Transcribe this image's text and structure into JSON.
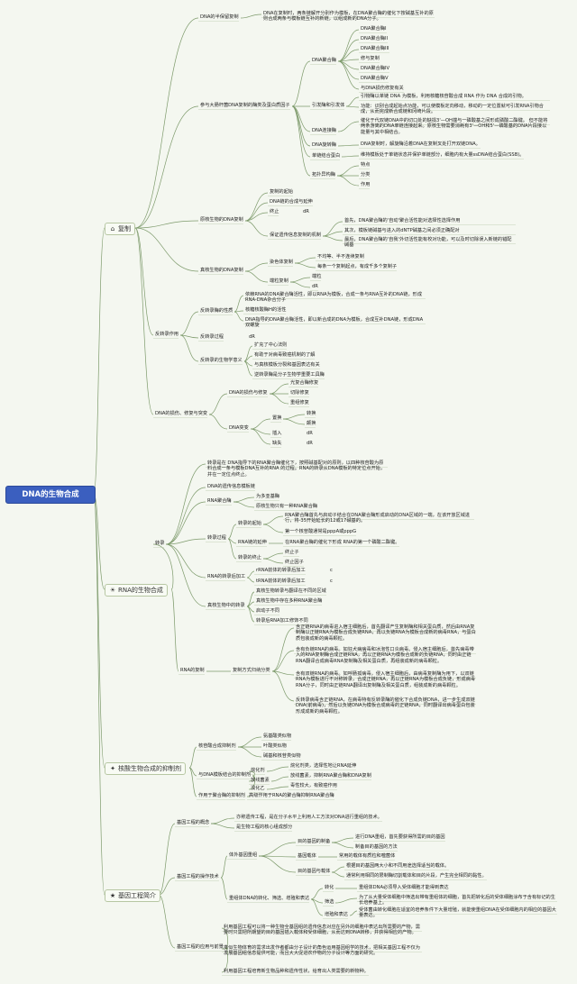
{
  "root": "DNA的生物合成",
  "nodes": {
    "fuzhi": "复制",
    "zhuanlu": "RNA的生物合成",
    "yizhi": "核酸生物合成的抑制剂",
    "jiyin": "基因工程简介",
    "n01": "DNA的半保留复制",
    "n02": "DNA在复制时，两条链解开分别作为模板，在DNA聚合酶的催化下按碱基互补的原则合成两条与模板链互补的新链，以组成新的DNA分子。",
    "n03": "参与大肠杆菌DNA复制的酶类及蛋白质因子",
    "n04": "DNA聚合酶",
    "n05": "DNA聚合酶I",
    "n06": "DNA聚合酶II",
    "n07": "DNA聚合酶III",
    "n08": "修与复制",
    "n09": "DNA聚合酶IV",
    "n10": "DNA聚合酶V",
    "n11": "与DNA损伤修复有关",
    "n12": "引发酶和引发体",
    "n13": "引物酶以单链 DNA 为模板，利用核糖核苷酸合成 RNA 作为 DNA 合成的引物。",
    "n14": "功能：识别合成起始点功能，可以使模板定向移动，移动的一定位置就可引发RNA引物合成，从而完成新合成链和冈崎片段。",
    "n15": "DNA连接酶",
    "n16": "催化于代双链DNA中的切口处的缺损3'—OH端与一磷酸基之间形成磷酸二酯键。\n但不能将两条游离的DNA单链连接起来。原核生物需要消耗有3'—OH和5'—磷酸基的DNA片段接以能量与其中相结合。",
    "n17": "DNA旋转酶",
    "n18": "DNA复制时，解旋酶沿着DNA在复制叉处打开双链DNA。",
    "n19": "单链结合蛋白",
    "n20": "维持模板处于单链状态并保护单链部分，细胞内有大量ssDNA结合蛋白(SSB)。",
    "n21": "拓扑异构酶",
    "n22": "特点",
    "n23": "分类",
    "n24": "作用",
    "n25": "原核生物的DNA复制",
    "n26": "复制的起始",
    "n27": "DNA链的合成与延伸",
    "n28": "终止",
    "n29": "dR",
    "n30": "保证遗传信息复制的机制",
    "n31": "首先，DNA聚合酶的'自动'聚合活性能对选择性选择作用",
    "n32": "其次，模板链碱基与进入的dNTP碱基之间必须正确配对",
    "n33": "最后，DNA聚合酶的'自我'外切活性能有校对功能，可以及时切除误入新链的错配碱基",
    "n34": "真核生物的DNA复制",
    "n35": "染色体复制",
    "n36": "不均等、半不连续复制",
    "n37": "每条一个复制起点，有成千多个复制子",
    "n38": "端粒复制",
    "n39": "端粒",
    "n40": "dR",
    "n41": "反转录作用",
    "n42": "反转录酶的性质",
    "n43": "依赖RNA的DNA聚合酶活性，即以RNA为模板，合成一条与RNA互补的DNA链，形成RNA-DNA杂合分子",
    "n44": "核糖核酸酶H的活性",
    "n45": "DNA指导的DNA聚合酶活性，即以新合成的DNA为模板，合成互补DNA链，形成DNA双螺旋",
    "n46": "反转录过程",
    "n47": "dR",
    "n48": "反转录的生物学意义",
    "n49": "扩充了中心法则",
    "n50": "有助于对病毒致癌机制的了解",
    "n51": "与真核模板分裂和基因表达有关",
    "n52": "逆转录酶是分子生物学重要工具酶",
    "n53": "DNA的损伤、修复与突变",
    "n54": "DNA的损伤与修复",
    "n55": "光复合酶修复",
    "n56": "切除修复",
    "n57": "重组修复",
    "n58": "DNA突变",
    "n59": "置换",
    "n60": "转换",
    "n61": "颠换",
    "n62": "插入",
    "n63": "dR",
    "n64": "缺失",
    "n65": "dR",
    "n66": "转录",
    "n67": "转录是在 DNA指导下的RNA聚合酶催化下，按照碱基配对的原则，以四种核苷酸为原料合成一条与模板DNA互补的RNA 的过程。RNA的转录从DNA模板的特定位点开始，并在一定位点终止。",
    "n68": "DNA的遗传信息模板链",
    "n69": "RNA聚合酶",
    "n70": "为多亚基酶",
    "n71": "原核生物只有一种RNA聚合酶",
    "n72": "转录过程",
    "n73": "转录的起始",
    "n74": "RNA聚合酶首先与启动子结合在DNA聚合酶形成启动的DNA区域的一端，在该开放区域进行，将-35开始延长的12或17碱基的。",
    "n75": "第一个核苷酸通常是pppA或pppG",
    "n76": "RNA链的延伸",
    "n77": "在RNA聚合酶的催化下形成 RNA的第一个磷酸二酯键。",
    "n78": "转录的终止",
    "n79": "终止子",
    "n80": "终止因子",
    "n81": "RNA的转录后加工",
    "n82": "rRNA前体的转录后加工",
    "n83": "c",
    "n84": "tRNA前体的转录后加工",
    "n85": "c",
    "n86": "真核生物中的转录",
    "n87": "真核生物转录与翻译在不同的区域",
    "n88": "真核生物中存在多种RNA聚合酶",
    "n89": "启动子不同",
    "n90": "转录后RNA加工修饰不同",
    "n91": "RNA的复制",
    "n92": "复制方式归纳分类",
    "n93": "含正链RNA的病毒进入宿主细胞后，首先翻译产生复制酶和相关蛋白质，然后由RNA复制酶以正链RNA为模板合成负链RNA，再以负链RNA为模板合成新的病毒RNA，与蛋白质包装成新的病毒颗粒。",
    "n94": "含有负链RNA的病毒。如狂犬病病毒和冰泡性口炎病毒。侵入宿主细胞后，首先病毒带入的RNA复制酶合成正链RNA，再以正链RNA为模板合成新的负链RNA，同时由正链RNA翻译合成病毒RNA复制酶及相关蛋白质，再组装成新的病毒颗粒。",
    "n95": "含有双链RNA的病毒。如呼肠孤病毒，侵入宿主细胞后，由病毒复制酶为用下，以双链RNA为模板进行不对称转录，合成正链RNA，再以正链RNA为模板合成负链，形成病毒RNA分子，同时由正链RNA翻译出复制酶及相关蛋白质，组装成新的病毒颗粒。",
    "n96": "反转录病毒含正链RNA，在病毒特有反转录酶的催化下合成负链DNA，进一步生成双链DNA(前病毒)，然后以负链DNA为模板合成病毒的正链RNA，同时翻译出病毒蛋白包装形成成新的病毒颗粒。",
    "n97": "核苷酸合成抑制剂",
    "n98": "氨基酸类似物",
    "n99": "叶酸类似物",
    "n100": "碱基和核苷类似物",
    "n101": "与DNA模板结合的抑制剂",
    "n102": "烷化剂",
    "n103": "烷化剂类，选择性地让RNA延伸",
    "n104": "放线菌素",
    "n105": "放线菌素，抑制RNA聚合酶和DNA复制",
    "n106": "溴化乙",
    "n107": "毒性较大，有致癌作用",
    "n108": "作用于聚合酶的抑制剂",
    "n109": "高级作用于RNA的聚合酶抑制RNA聚合酶",
    "n110": "基因工程的概念",
    "n111": "亦称遗传工程，是在分子水平上利用人工方法对DNA进行重组的技术。",
    "n112": "是生物工程的核心组成部分",
    "n113": "基因工程的操作技术",
    "n114": "体外基因重组",
    "n115": "目的基因的制备",
    "n116": "进行DNA重组，首先要获得所需的目的基因",
    "n117": "制备目的基因的方法",
    "n118": "基因载体",
    "n119": "常用的载体有质粒和噬菌体",
    "n120": "目的基因与载体",
    "n121": "根据目的基因两大小和不同用途选择适当的载体。",
    "n122": "通常利用相同的限制酶切割载体和目的片段，产生完全相同的黏性。",
    "n123": "重组体DNA的转化、筛选、增殖和表达",
    "n124": "转化",
    "n125": "重组体DNA必须导入受体细胞才能得到表达",
    "n126": "筛选",
    "n127": "为了从大量受体细胞中筛选出带有重组体的细胞，首先把转化后的受体细胞涂布于含有标记的生长培养基上。",
    "n128": "增殖和表达",
    "n129": "受体菌由转化细胞在适宜的培养条件下大量增殖，就能使重组DNA在受体细胞内的相应的基因大量表达。",
    "n130": "基因工程的应用与前景",
    "n131": "利用基因工程可以将一种生物全基因组的遗传信息对应在另外的细胞中表达出所需要的产物，需要时只需把所期望的目的基因插入载体和受体细胞，从而达到DNA转移，并获得相应的产物。",
    "n132": "类似生物体育的需求出发作者都由分子设计的角色运用基因组学的技术，把相关基因工程不仅为发展基因组信息提供可能，而且大大促进农作物的分子设计等方面的研究。",
    "n133": "利用基因工程培育新生物品种和遗传性状，给育出人类需要的新物种。"
  },
  "icons": {
    "fuzhi": "house-icon",
    "zhuanlu": "sun-icon",
    "yizhi": "pin-icon",
    "jiyin": "star-icon"
  },
  "colors": {
    "root_bg": "#3b5fbf",
    "line": "#7d9a6b",
    "background": "#f4f7f0"
  }
}
